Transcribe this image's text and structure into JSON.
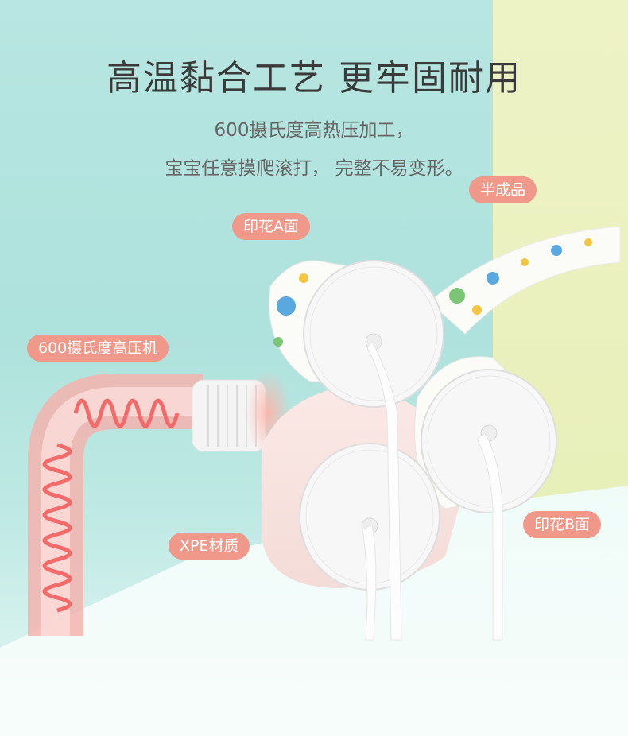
{
  "headline": "高温黏合工艺  更牢固耐用",
  "subtitle_line1": "600摄氏度高热压加工，",
  "subtitle_line2": "宝宝任意摸爬滚打， 完整不易变形。",
  "labels": {
    "semi_finished": "半成品",
    "print_side_a": "印花A面",
    "heat_press": "600摄氏度高压机",
    "print_side_b": "印花B面",
    "material": "XPE材质"
  },
  "colors": {
    "tag_bg": "#f0988a",
    "wall": "#aee2dc",
    "heater_coil": "#f26a6a"
  }
}
